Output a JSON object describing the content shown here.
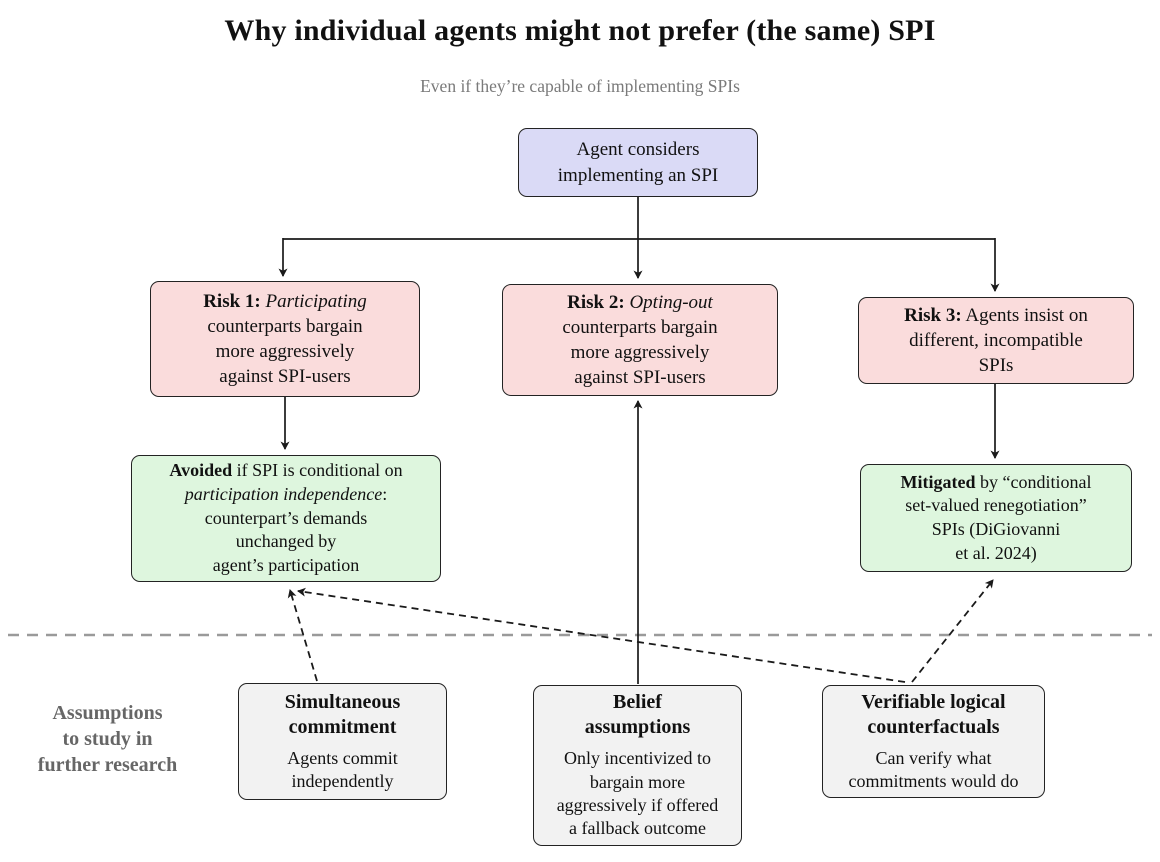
{
  "header": {
    "title": "Why individual agents might not prefer (the same) SPI",
    "subtitle": "Even if they’re capable of implementing SPIs"
  },
  "colors": {
    "agent_box_fill": "#dadaf6",
    "risk_box_fill": "#fadcdc",
    "solution_box_fill": "#def6de",
    "assumption_box_fill": "#f2f2f2",
    "box_border": "#232323",
    "arrow": "#1a1a1a",
    "separator": "#9a9a9a",
    "subtitle_text": "#7a7a7a",
    "side_label_text": "#666666"
  },
  "nodes": {
    "agent": {
      "lines": [
        "Agent considers",
        "implementing an SPI"
      ]
    },
    "risk1": {
      "bold": "Risk 1:",
      "emph": " Participating",
      "rest": [
        "counterparts bargain",
        "more aggressively",
        "against SPI-users"
      ]
    },
    "risk2": {
      "bold": "Risk 2:",
      "emph": " Opting-out",
      "rest": [
        "counterparts bargain",
        "more aggressively",
        "against SPI-users"
      ]
    },
    "risk3": {
      "bold": "Risk 3:",
      "lead": " Agents insist on",
      "rest": [
        "different, incompatible",
        "SPIs"
      ]
    },
    "avoided": {
      "bold": "Avoided",
      "after_bold": " if SPI is conditional on",
      "emph": "participation independence",
      "after_emph": ":",
      "rest": [
        "counterpart’s demands",
        "unchanged by",
        "agent’s participation"
      ]
    },
    "mitigated": {
      "bold": "Mitigated",
      "after_bold": " by “conditional",
      "rest": [
        "set-valued renegotiation”",
        "SPIs (DiGiovanni",
        "et al. 2024)"
      ]
    },
    "simultaneous": {
      "title_lines": [
        "Simultaneous",
        "commitment"
      ],
      "body_lines": [
        "Agents commit",
        "independently"
      ]
    },
    "belief": {
      "title_lines": [
        "Belief",
        "assumptions"
      ],
      "body_lines": [
        "Only incentivized to",
        "bargain more",
        "aggressively if offered",
        "a fallback outcome"
      ]
    },
    "verifiable": {
      "title_lines": [
        "Verifiable logical",
        "counterfactuals"
      ],
      "body_lines": [
        "Can verify what",
        "commitments would do"
      ]
    }
  },
  "side_label": {
    "lines": [
      "Assumptions",
      "to study in",
      "further research"
    ]
  }
}
